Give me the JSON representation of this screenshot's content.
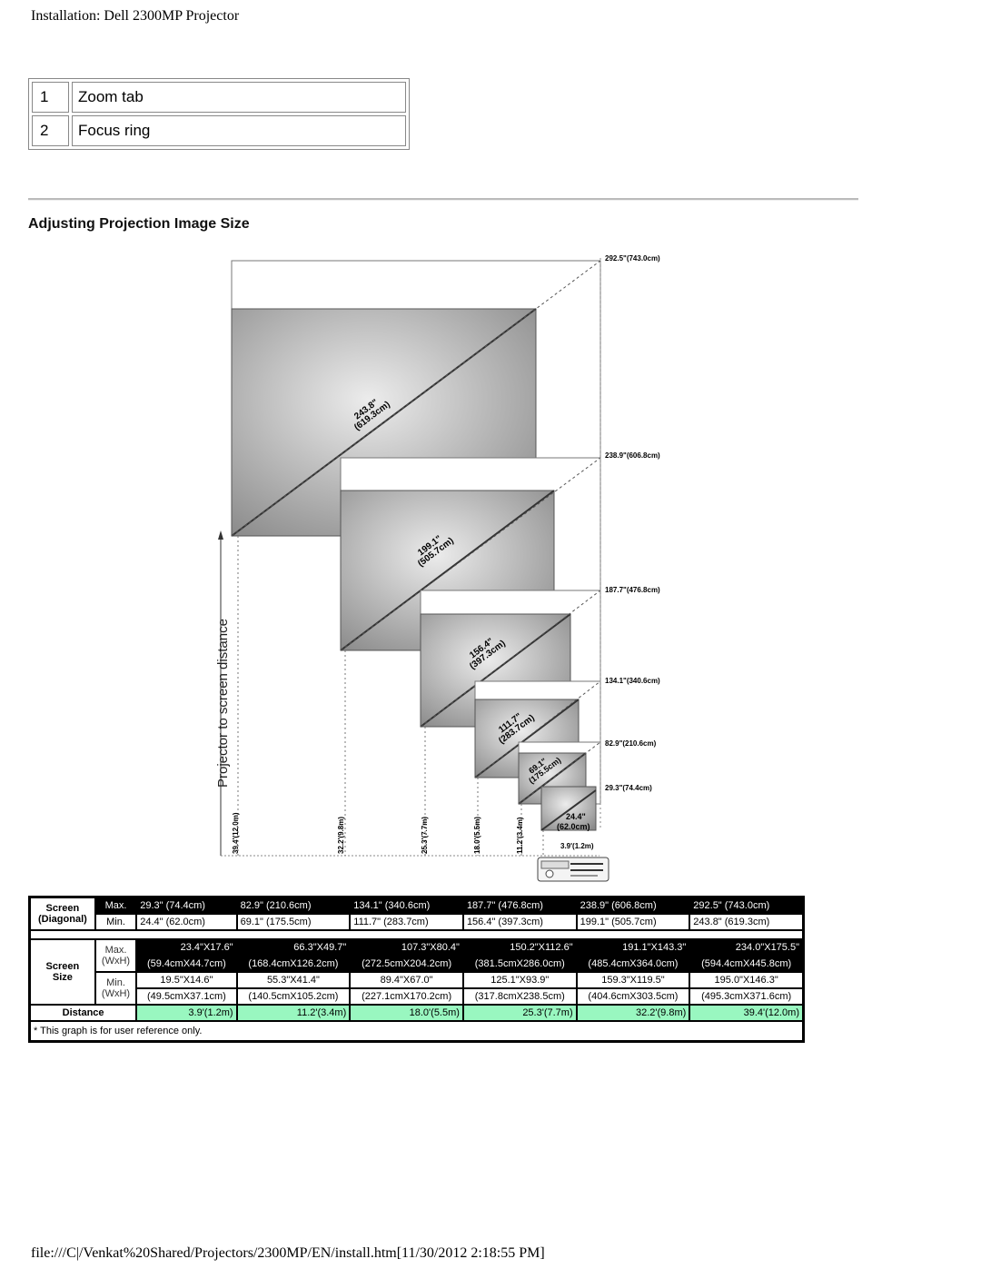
{
  "header": {
    "title": "Installation: Dell 2300MP Projector"
  },
  "legend": [
    {
      "num": "1",
      "label": "Zoom tab"
    },
    {
      "num": "2",
      "label": "Focus ring"
    }
  ],
  "section": {
    "heading": "Adjusting Projection Image Size"
  },
  "diagram": {
    "axis_label": "Projector to screen distance",
    "right_labels": [
      "292.5\"(743.0cm)",
      "238.9\"(606.8cm)",
      "187.7\"(476.8cm)",
      "134.1\"(340.6cm)",
      "82.9\"(210.6cm)",
      "29.3\"(74.4cm)"
    ],
    "diag_labels": [
      {
        "a": "243.8\"",
        "b": "(619.3cm)"
      },
      {
        "a": "199.1\"",
        "b": "(505.7cm)"
      },
      {
        "a": "156.4\"",
        "b": "(397.3cm)"
      },
      {
        "a": "111.7\"",
        "b": "(283.7cm)"
      },
      {
        "a": "69.1\"",
        "b": "(175.5cm)"
      },
      {
        "a": "24.4\"",
        "b": "(62.0cm)"
      }
    ],
    "distance_labels": [
      "39.4'(12.0m)",
      "32.2'(9.8m)",
      "25.3'(7.7m)",
      "18.0'(5.5m)",
      "11.2'(3.4m)",
      "3.9'(1.2m)"
    ]
  },
  "table": {
    "diag_label_a": "Screen",
    "diag_label_b": "(Diagonal)",
    "max_label": "Max.",
    "min_label": "Min.",
    "size_label_a": "Screen",
    "size_label_b": "Size",
    "wxh_label": "(WxH)",
    "distance_label": "Distance",
    "diag_max": [
      "29.3\" (74.4cm)",
      "82.9\" (210.6cm)",
      "134.1\" (340.6cm)",
      "187.7\" (476.8cm)",
      "238.9\" (606.8cm)",
      "292.5\" (743.0cm)"
    ],
    "diag_min": [
      "24.4\" (62.0cm)",
      "69.1\" (175.5cm)",
      "111.7\" (283.7cm)",
      "156.4\" (397.3cm)",
      "199.1\" (505.7cm)",
      "243.8\" (619.3cm)"
    ],
    "size_max_in": [
      "23.4\"X17.6\"",
      "66.3\"X49.7\"",
      "107.3\"X80.4\"",
      "150.2\"X112.6\"",
      "191.1\"X143.3\"",
      "234.0\"X175.5\""
    ],
    "size_max_cm": [
      "(59.4cmX44.7cm)",
      "(168.4cmX126.2cm)",
      "(272.5cmX204.2cm)",
      "(381.5cmX286.0cm)",
      "(485.4cmX364.0cm)",
      "(594.4cmX445.8cm)"
    ],
    "size_min_in": [
      "19.5\"X14.6\"",
      "55.3\"X41.4\"",
      "89.4\"X67.0\"",
      "125.1\"X93.9\"",
      "159.3\"X119.5\"",
      "195.0\"X146.3\""
    ],
    "size_min_cm": [
      "(49.5cmX37.1cm)",
      "(140.5cmX105.2cm)",
      "(227.1cmX170.2cm)",
      "(317.8cmX238.5cm)",
      "(404.6cmX303.5cm)",
      "(495.3cmX371.6cm)"
    ],
    "distance": [
      "3.9'(1.2m)",
      "11.2'(3.4m)",
      "18.0'(5.5m)",
      "25.3'(7.7m)",
      "32.2'(9.8m)",
      "39.4'(12.0m)"
    ],
    "note": "* This graph is for user reference only."
  },
  "footer": {
    "path": "file:///C|/Venkat%20Shared/Projectors/2300MP/EN/install.htm[11/30/2012 2:18:55 PM]"
  }
}
